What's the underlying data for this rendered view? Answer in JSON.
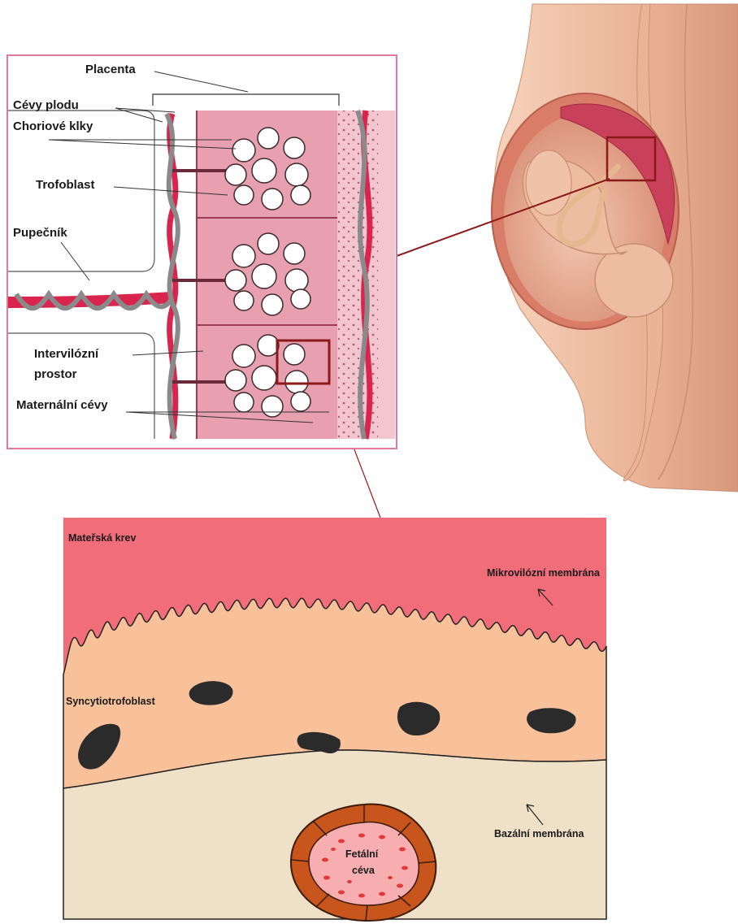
{
  "labels": {
    "placenta": "Placenta",
    "cevy_plodu": "Cévy plodu",
    "choriove_klky": "Choriové klky",
    "trofoblast": "Trofoblast",
    "pupecnik": "Pupečník",
    "intervilozni_1": "Intervilózní",
    "intervilozni_2": "prostor",
    "maternalni_cevy": "Maternální cévy",
    "materska_krev": "Mateřská krev",
    "mikrovilozni": "Mikrovilózní membrána",
    "syncytio": "Syncytiotrofoblast",
    "bazalni": "Bazální membrána",
    "fetalni_1": "Fetální",
    "fetalni_2": "céva"
  },
  "colors": {
    "maternal_blood": "#f26d7a",
    "syncytio": "#f9c19a",
    "stroma": "#efe0c8",
    "nuclei": "#2b2b2b",
    "vessel_wall": "#c8561c",
    "vessel_lumen": "#f7aeb0",
    "frame_pink": "#e07a98",
    "placenta_pink": "#e8a0b0",
    "artery_red": "#d9254d",
    "vein_gray": "#8a8a8a",
    "connector": "#8b1a1a",
    "skin": "#f1c4a6"
  }
}
